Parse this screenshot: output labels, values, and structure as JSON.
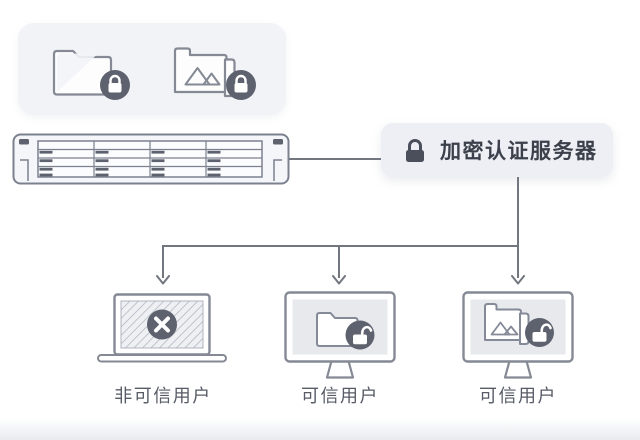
{
  "diagram": {
    "protected_assets_card": {
      "items": [
        {
          "icon": "locked-folder-icon",
          "meaning": "encrypted folder"
        },
        {
          "icon": "locked-image-icon",
          "meaning": "encrypted image file"
        }
      ]
    },
    "server": {
      "illustration": "rack-nas-server"
    },
    "auth_label": {
      "icon": "lock-icon",
      "text": "加密认证服务器"
    },
    "clients": [
      {
        "device": "laptop",
        "screen_icon": "blocked-x-icon",
        "label": "非可信用户"
      },
      {
        "device": "monitor",
        "screen_icon": "folder-unlocked-icon",
        "label": "可信用户"
      },
      {
        "device": "monitor",
        "screen_icon": "image-unlocked-icon",
        "label": "可信用户"
      }
    ],
    "colors": {
      "badge_dark": "#5d626e",
      "outline_gray": "#848994",
      "connector_line": "#71767f",
      "card_bg": "#f2f3f7",
      "pill_bg": "#edeff4",
      "pill_text": "#3b404b",
      "label_text": "#565b66",
      "screen_bg": "#e7e9ed"
    }
  }
}
